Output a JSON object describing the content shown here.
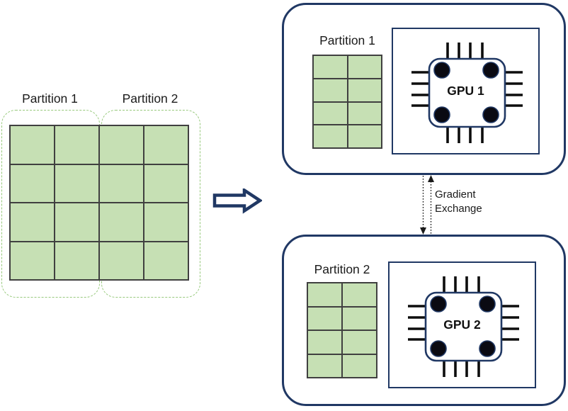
{
  "source": {
    "partition1_label": "Partition 1",
    "partition2_label": "Partition 2",
    "grid": {
      "rows": 4,
      "cols": 4
    }
  },
  "nodes": [
    {
      "partition_label": "Partition 1",
      "gpu_label": "GPU 1",
      "grid": {
        "rows": 4,
        "cols": 2
      }
    },
    {
      "partition_label": "Partition 2",
      "gpu_label": "GPU 2",
      "grid": {
        "rows": 4,
        "cols": 2
      }
    }
  ],
  "connector": {
    "label_lines": [
      "Gradient",
      "Exchange"
    ]
  },
  "colors": {
    "node_border": "#203864",
    "cell_fill": "#c6e0b4",
    "cell_border": "#404040",
    "partition_outline": "#97c97c",
    "pin": "#0d0d0d",
    "text": "#1a1a1a"
  }
}
